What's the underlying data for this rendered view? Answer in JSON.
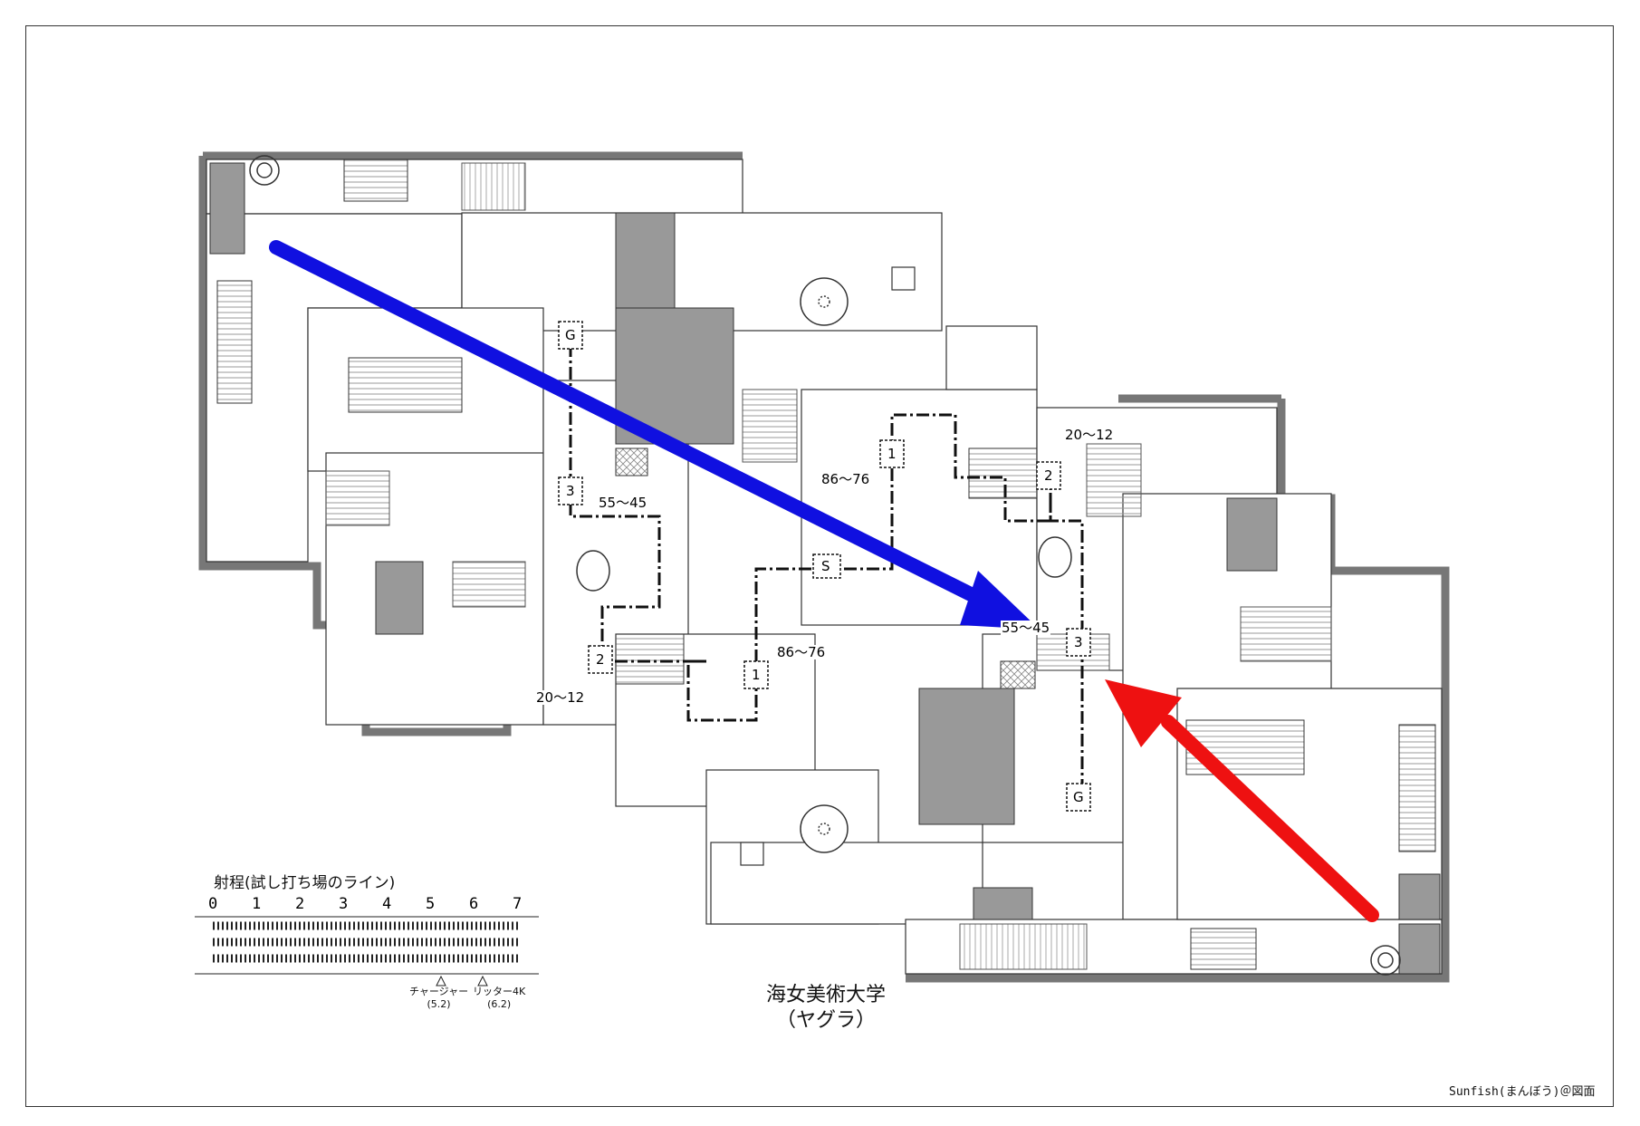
{
  "map": {
    "title_line1": "海女美術大学",
    "title_line2": "（ヤグラ）",
    "credit": "Sunfish(まんぼう)＠図面"
  },
  "legend": {
    "title": "射程(試し打ち場のライン)",
    "ticks": [
      "0",
      "1",
      "2",
      "3",
      "4",
      "5",
      "6",
      "7"
    ],
    "markers": [
      {
        "name": "チャージャー",
        "value": "(5.2)"
      },
      {
        "name": "リッター4K",
        "value": "(6.2)"
      }
    ]
  },
  "route_labels": {
    "checkpoint_g": "G",
    "checkpoint_s": "S",
    "checkpoint_1": "1",
    "checkpoint_2": "2",
    "checkpoint_3": "3",
    "range_86_76": "86～76",
    "range_55_45": "55～45",
    "range_20_12": "20～12",
    "range_55_45_partial": "55～45"
  },
  "arrows": {
    "blue": "#1010e0",
    "red": "#ee1111"
  }
}
